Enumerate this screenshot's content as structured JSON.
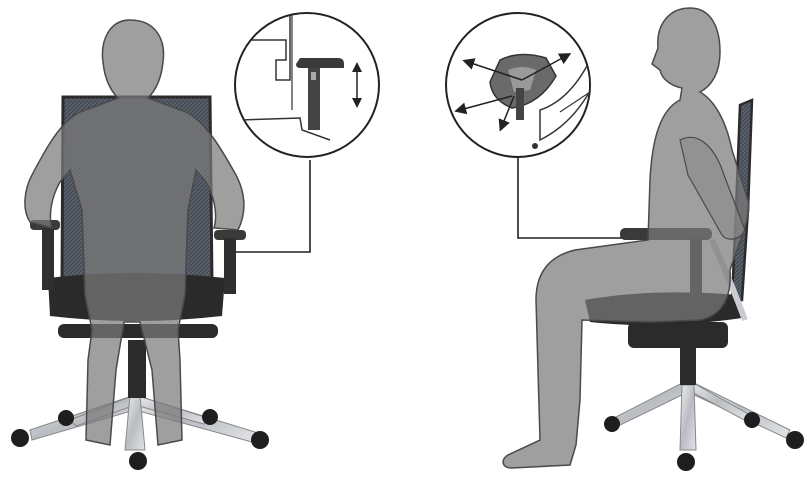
{
  "figure": {
    "panels": [
      {
        "view": "front",
        "callout": "armrest-height-adjustment",
        "arrows": "vertical"
      },
      {
        "view": "side",
        "callout": "armrest-pad-position-adjustment",
        "arrows": "multi-directional"
      }
    ],
    "colors": {
      "silhouette": "#7a7a7a",
      "silhouette_stroke": "#4a4a4a",
      "chair_dark": "#2b2b2b",
      "mesh": "#4f5560",
      "metal": "#c9ccd0",
      "line": "#222222"
    },
    "icons": [
      "person-silhouette",
      "office-chair",
      "double-arrow"
    ]
  }
}
